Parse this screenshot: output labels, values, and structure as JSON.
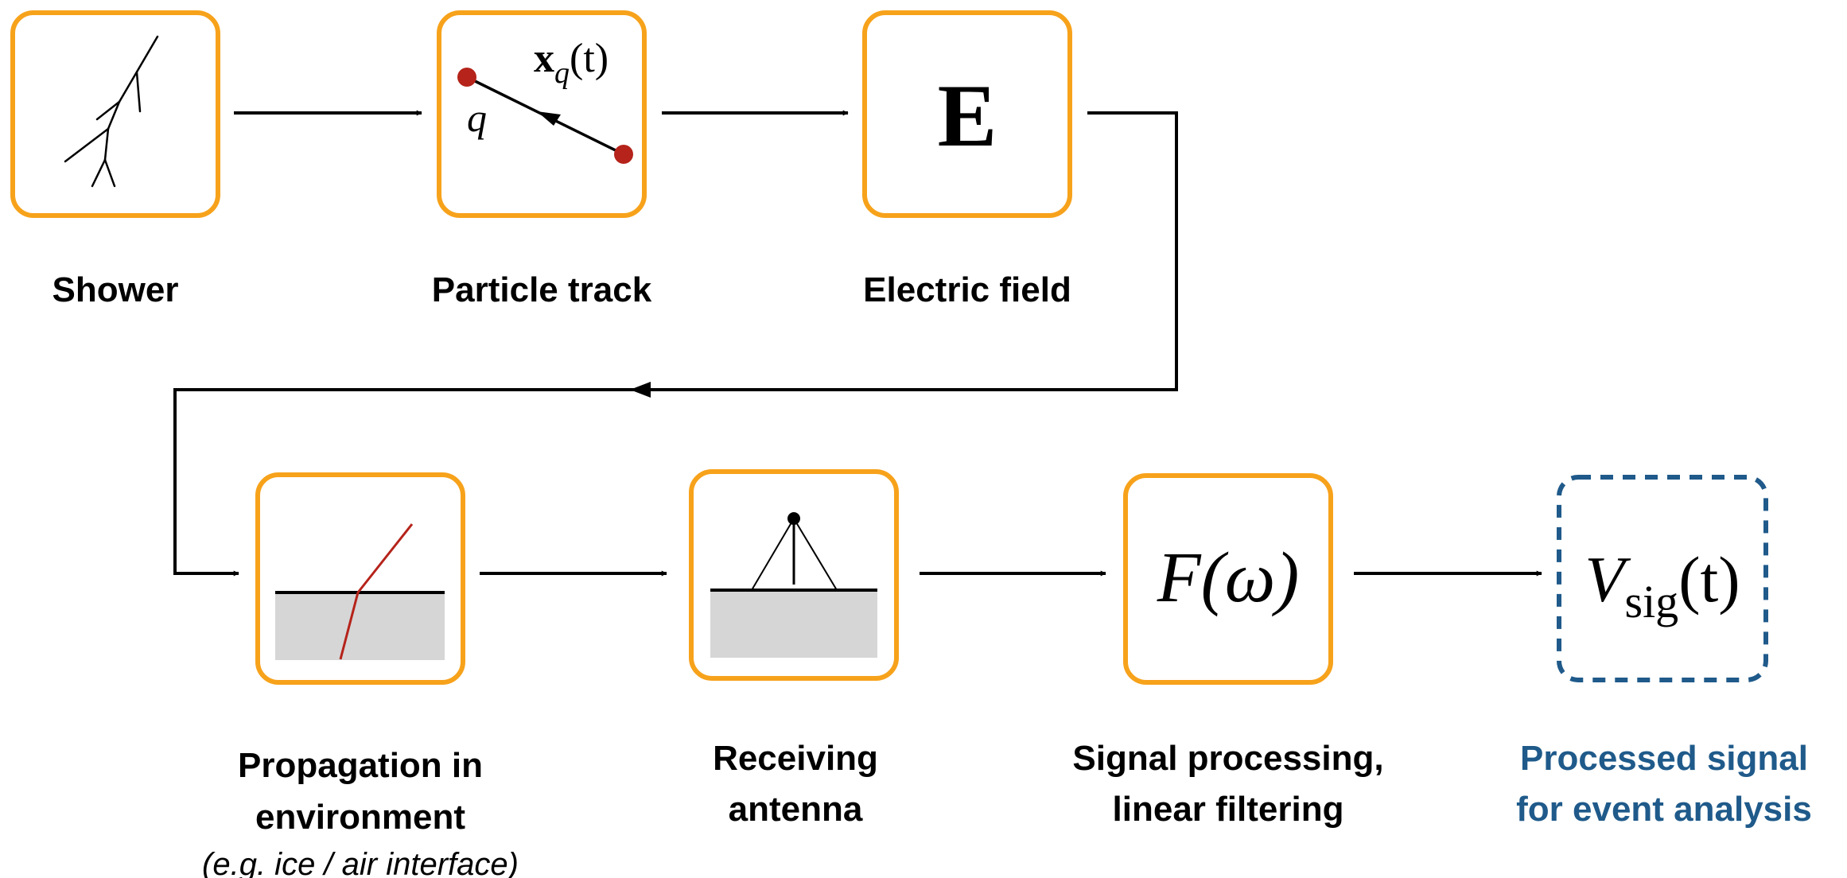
{
  "colors": {
    "box_border": "#F7A21B",
    "line": "#000000",
    "charge_dot": "#B5231A",
    "refracted_ray": "#B5231A",
    "ground": "#D6D6D6",
    "output_blue": "#1F5A8A"
  },
  "stages": [
    {
      "id": "shower",
      "label_lines": [
        "Shower"
      ],
      "icon": "shower-branch-icon"
    },
    {
      "id": "particle-track",
      "label_lines": [
        "Particle track"
      ],
      "icon": "particle-track-icon",
      "symbols": {
        "position_main": "x",
        "position_sub": "q",
        "position_arg": "(t)",
        "charge": "q"
      }
    },
    {
      "id": "electric-field",
      "label_lines": [
        "Electric field"
      ],
      "symbol": "E"
    },
    {
      "id": "propagation",
      "label_lines": [
        "Propagation in",
        "environment"
      ],
      "note": "(e.g. ice / air interface)",
      "icon": "refraction-icon"
    },
    {
      "id": "receiving-antenna",
      "label_lines": [
        "Receiving",
        "antenna"
      ],
      "icon": "antenna-icon"
    },
    {
      "id": "signal-processing",
      "label_lines": [
        "Signal processing,",
        "linear filtering"
      ],
      "symbol": "F(ω)"
    },
    {
      "id": "processed-signal",
      "label_lines": [
        "Processed signal",
        "for event analysis"
      ],
      "symbol_main": "V",
      "symbol_sub": "sig",
      "symbol_arg": "(t)"
    }
  ]
}
